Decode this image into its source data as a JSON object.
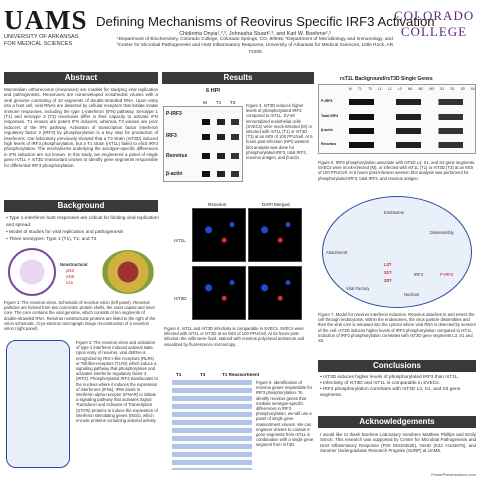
{
  "header": {
    "uams_mark": "UAMS",
    "uams_sub": "UNIVERSITY OF ARKANSAS\nFOR MEDICAL SCIENCES",
    "title": "Defining Mechanisms of Reovirus Specific IRF3 Activation",
    "authors": "Chidinma Onyia¹,²,³, Johnasha Stuart²,³, and Karl W. Boehme²,³",
    "affil1": "¹Department of Biochemistry, Colorado College, Colorado Springs, CO, 80946; ²Department of Microbiology and Immunology, and",
    "affil2": "³Center for Microbial Pathogenesis and Host Inflammatory Response, University of Arkansas for Medical Sciences, Little Rock, AR 72205",
    "cc_logo_line1": "COLORADO",
    "cc_logo_line2": "COLLEGE"
  },
  "sections": {
    "abstract": "Abstract",
    "results": "Results",
    "background": "Background",
    "conclusions": "Conclusions",
    "acknowledgements": "Acknowledgements"
  },
  "abstract_text": "Mammalian orthoreovirus (reoviruses) are models for studying viral replication and pathogenesis. Reoviruses are nonenveloped icosahedral viruses with a viral genome consisting of 10 segments of double-stranded RNA. Upon entry into a host cell, viral RNAs are detected by cellular receptors that initiate innate immune responses, including the type 1-interferon (IFN) pathway. Serotype 1 (T1) and serotype 3 (T3) reoviruses differ in their capacity to activate IFN responses. T1 viruses are potent IFN inducers, whereas T3 viruses are poor inducers of the IFN pathway. Activation of transcription factor interferon regulatory factor 3 (IRF3) by phosphorylation is a key step for production of interferons. Our laboratory previously showed that a T3 strain (rsT3D) induced high levels of IRF3 phosphorylation, but a T1 strain (rsT1L) failed to elicit IRF3 phosphorylation. The mechanisms underlying the serotype-specific differences in IFN induction are not known. In this study, we engineered a panel of single gene rsT1L × rsT3D reassortant viruses to identify gene segments responsible for differential IRF3 phosphorylation.",
  "background_bullets": [
    "Type 1-interferon host responses are critical for limiting viral replication and spread.",
    "Model of studies for viral replication and pathogenesis",
    "Three serotypes: Type 1 (T1), T2, and T3"
  ],
  "fig1_caption": "Figure 1: The reovirus virion. Schematic of reovirus virion (left panel). Reovirus particles are formed from two concentric protein shells, the outer capsid and inner core. The core contains the viral genome, which consists of ten segments of double-stranded RNA. Reovirus nonstructural proteins are listed to the right of the virion schematic. Cryo-electron micrograph image reconstruction of a reovirion virion (right panel).",
  "fig1_labels": {
    "nonstructural": "Nonstructural",
    "ns": "μNS",
    "sigmans": "σNS",
    "sigma1s": "σ1s"
  },
  "fig2_caption": "Figure 2: The reovirus virion and activation of type-1 interferon induced antiviral state. Upon entry of reovirus, viral dsRNA is recognized by RIG-I-like receptors (RLRs) or Toll-like-receptors (TLRs) which induce a signaling pathway that phosphorylates and activates interferon regulatory factor 3 (IRF3). Phosphorylated IRF3 translocates to the nucleus where it induces the expression of interferons (IFNs). IFNs binds to interferon alpha receptor (IFNAR) to initiate a signaling pathway that activates Signal Transducer and Activator of Transcription (STATs) proteins to induce the expression of interferon stimulating genes (ISGs), which encode proteins containing antiviral activity.",
  "fig3": {
    "title": "6 HPI",
    "lanes": [
      "M",
      "T1",
      "T3"
    ],
    "rows": [
      "P-IRF3",
      "IRF3",
      "Reovirus",
      "β-actin"
    ],
    "caption": "Figure 3. rsT3D induces higher levels of phosphorylated IRF3 compared to rsT1L. SV-40 immortalized endothelial cells (SVECs) were mock-infected (M) or infected with rsT1L (T1) or rsT3D (T3) at an MOI of 100 PFU/cell. At 6 hours post-infection (HPI) western blot analysis was done for phosphorylated-IRF3, total IRF3, reovirus antigen, and β-actin."
  },
  "fig4": {
    "col1": "Reovirus",
    "col2": "DAPI Merged",
    "row1": "rsT1L",
    "row2": "rsT3D",
    "caption": "Figure 4. rsT1L and rsT3D infectivity is comparable in SVECs. SVECs were infected with rsT1L or rsT3D at an MOI of 100 PFU/cell. At 24 hours post-infection the cells were fixed, stained with reovirus polyclonal antiserum and visualized by fluorescence microscopy."
  },
  "fig5": {
    "col1": "T1",
    "col2": "T3",
    "col3": "T1 Reassortment",
    "caption": "Figure 5. Identification of reovirus genes responsible for IRF3 phosphorylation. To identify reovirus genes that mediate serotype-specific differences in IRF3 phosphorylation, we will use a panel of single gene reassortment viruses. We can engineer viruses to contain 9 gene segments from rsT1L in combination with a single gene segment from rsT3D."
  },
  "fig6": {
    "title": "rsT1L Background/rsT3D Single Genes",
    "lanes": [
      "M",
      "T1",
      "T3",
      "L1",
      "L2",
      "L3",
      "M1",
      "M2",
      "M3",
      "S1",
      "S2",
      "S3",
      "S4"
    ],
    "rows": [
      "P-IRF3",
      "Total IRF3",
      "β-actin",
      "Reovirus"
    ],
    "caption": "Figure 6. IRF3 phosphorylation associate with rsT3D L3, S1, and S3 gene segments. SVECs were mock-infected (M), or infected with rsT1L (T1) or rsT3D (T3) at an MOI of 100 PFU/cell. At 6 hours post-infection western blot analysis was performed for phosphorylated-IRF3, total IRF3, and reovirus antigen."
  },
  "fig7": {
    "endosome": "Endosome",
    "uncoated": "Disassembly",
    "attach": "Attachment",
    "l3": "L3?",
    "s1": "S1?",
    "s3": "S3?",
    "irf3": "IRF3",
    "pirf3": "P-IRF3",
    "nucleus": "Nucleus",
    "virus_factory": "Viral Factory",
    "caption": "Figure 7. Model for reovirus interferon induction. Reovirus attaches to and enters the cell through endocytosis. Within the endosomes, the virus particle dissembles and then the viral core is released into the cytosol where viral RNA is detected by sensors of the cell. rsT3D induces higher levels of IRF3 phosphorylation compared to rsT1L. Induction of IRF3 phosphorylation correlates with rsT3D gene segments L3, S1 and S3."
  },
  "conclusion_bullets": [
    "rsT3D induces higher levels of phosphorylated IRF3 than rsT1L.",
    "Infectivity of rsT3D and rsT1L is comparable in SVECs.",
    "IRF3 phosphorylation correlates with rsT3D L3, S1, and S3 gene segments."
  ],
  "acknowledgements_text": "I would like to thank Boehme Laboratory members Matthew Phillips and Emily Simon. This research was supported by Center for Microbial Pathogenesis and Host Inflammatory Response (P20 GM103625), NIAID (K22 AI104679), and Summer Undergraduate Research Program (SURP) at UAMS.",
  "footer": "PosterPresentations.com",
  "colors": {
    "accent": "#3a3a3a",
    "cc_purple": "#5d2a7a",
    "bullet": "#1a3c8c"
  }
}
